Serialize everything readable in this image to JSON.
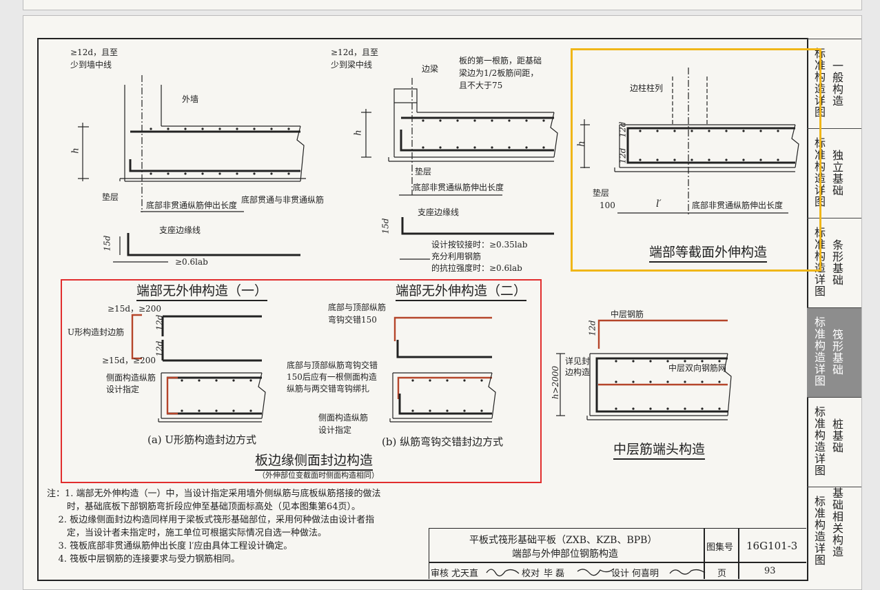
{
  "side_tabs": [
    {
      "c1": "标准构造详图",
      "c2": "一般构造",
      "active": false
    },
    {
      "c1": "标准构造详图",
      "c2": "独立基础",
      "active": false
    },
    {
      "c1": "标准构造详图",
      "c2": "条形基础",
      "active": false
    },
    {
      "c1": "标准构造详图",
      "c2": "筏形基础",
      "active": true
    },
    {
      "c1": "标准构造详图",
      "c2": "桩基础",
      "active": false
    },
    {
      "c1": "标准构造详图",
      "c2": "基础相关构造",
      "active": false
    }
  ],
  "d1": {
    "anchor": "≥12d，且至",
    "anchor2": "少到墙中线",
    "wall": "外墙",
    "h": "h",
    "cushion": "垫层",
    "ext": "底部非贯通纵筋伸出长度",
    "bars": "底部贯通与非贯通纵筋",
    "support": "支座边缘线",
    "d15": "15d",
    "lab": "≥0.6lab"
  },
  "d2": {
    "anchor": "≥12d，且至",
    "anchor2": "少到梁中线",
    "beam": "边梁",
    "note1": "板的第一根筋，距基础",
    "note2": "梁边为1/2板筋间距，",
    "note3": "且不大于75",
    "h": "h",
    "cushion": "垫层",
    "ext": "底部非贯通纵筋伸出长度",
    "support": "支座边缘线",
    "d15": "15d",
    "c1": "设计按铰接时：≥0.35lab",
    "c2": "充分利用钢筋",
    "c3": "的抗拉强度时：≥0.6lab"
  },
  "d3": {
    "col": "边柱柱列",
    "d12a": "12d",
    "d12b": "12d",
    "h": "h",
    "cushion": "垫层",
    "hundred": "100",
    "lprime": "l′",
    "ext": "底部非贯通纵筋伸出长度",
    "title": "端部等截面外伸构造"
  },
  "d4": {
    "title1": "端部无外伸构造（一）",
    "title2": "端部无外伸构造（二）",
    "ge15a": "≥15d，≥200",
    "ge15b": "≥15d，≥200",
    "ushape": "U形构造封边筋",
    "d12a": "12d",
    "d12b": "12d",
    "side1": "侧面构造纵筋",
    "side1b": "设计指定",
    "capA": "(a)  U形筋构造封边方式",
    "n2a": "底部与顶部纵筋",
    "n2b": "弯钩交错150",
    "n3a": "底部与顶部纵筋弯钩交错",
    "n3b": "150后应有一根侧面构造",
    "n3c": "纵筋与两交错弯钩绑扎",
    "side2": "侧面构造纵筋",
    "side2b": "设计指定",
    "capB": "(b)  纵筋弯钩交错封边方式",
    "main": "板边缘侧面封边构造",
    "mainsub": "（外伸部位变截面时侧面构造相同）"
  },
  "d5": {
    "mid": "中层钢筋",
    "d12": "12d",
    "see1": "详见封",
    "see2": "边构造",
    "net": "中层双向钢筋网",
    "h2000": "h>2000",
    "title": "中层筋端头构造"
  },
  "notes": [
    "注：1. 端部无外伸构造（一）中，当设计指定采用墙外侧纵筋与底板纵筋搭接的做法",
    "       时，基础底板下部钢筋弯折段应伸至基础顶面标高处（见本图集第64页）。",
    "    2. 板边缘侧面封边构造同样用于梁板式筏形基础部位，采用何种做法由设计者指",
    "       定，当设计者未指定时，施工单位可根据实际情况自选一种做法。",
    "    3. 筏板底部非贯通纵筋伸出长度 l′应由具体工程设计确定。",
    "    4. 筏板中层钢筋的连接要求与受力钢筋相同。"
  ],
  "title_block": {
    "title1": "平板式筏形基础平板（ZXB、KZB、BPB）",
    "title2": "端部与外伸部位钢筋构造",
    "atlas_label": "图集号",
    "atlas": "16G101-3",
    "review": "审核",
    "reviewer": "尤天直",
    "check": "校对",
    "checker": "毕  磊",
    "design": "设计",
    "designer": "何喜明",
    "page_label": "页",
    "page": "93"
  },
  "colors": {
    "red_box": "#e12d2d",
    "yellow_box": "#f0b618",
    "rebar_red": "#b5452a",
    "active_tab": "#8d8d8d"
  }
}
